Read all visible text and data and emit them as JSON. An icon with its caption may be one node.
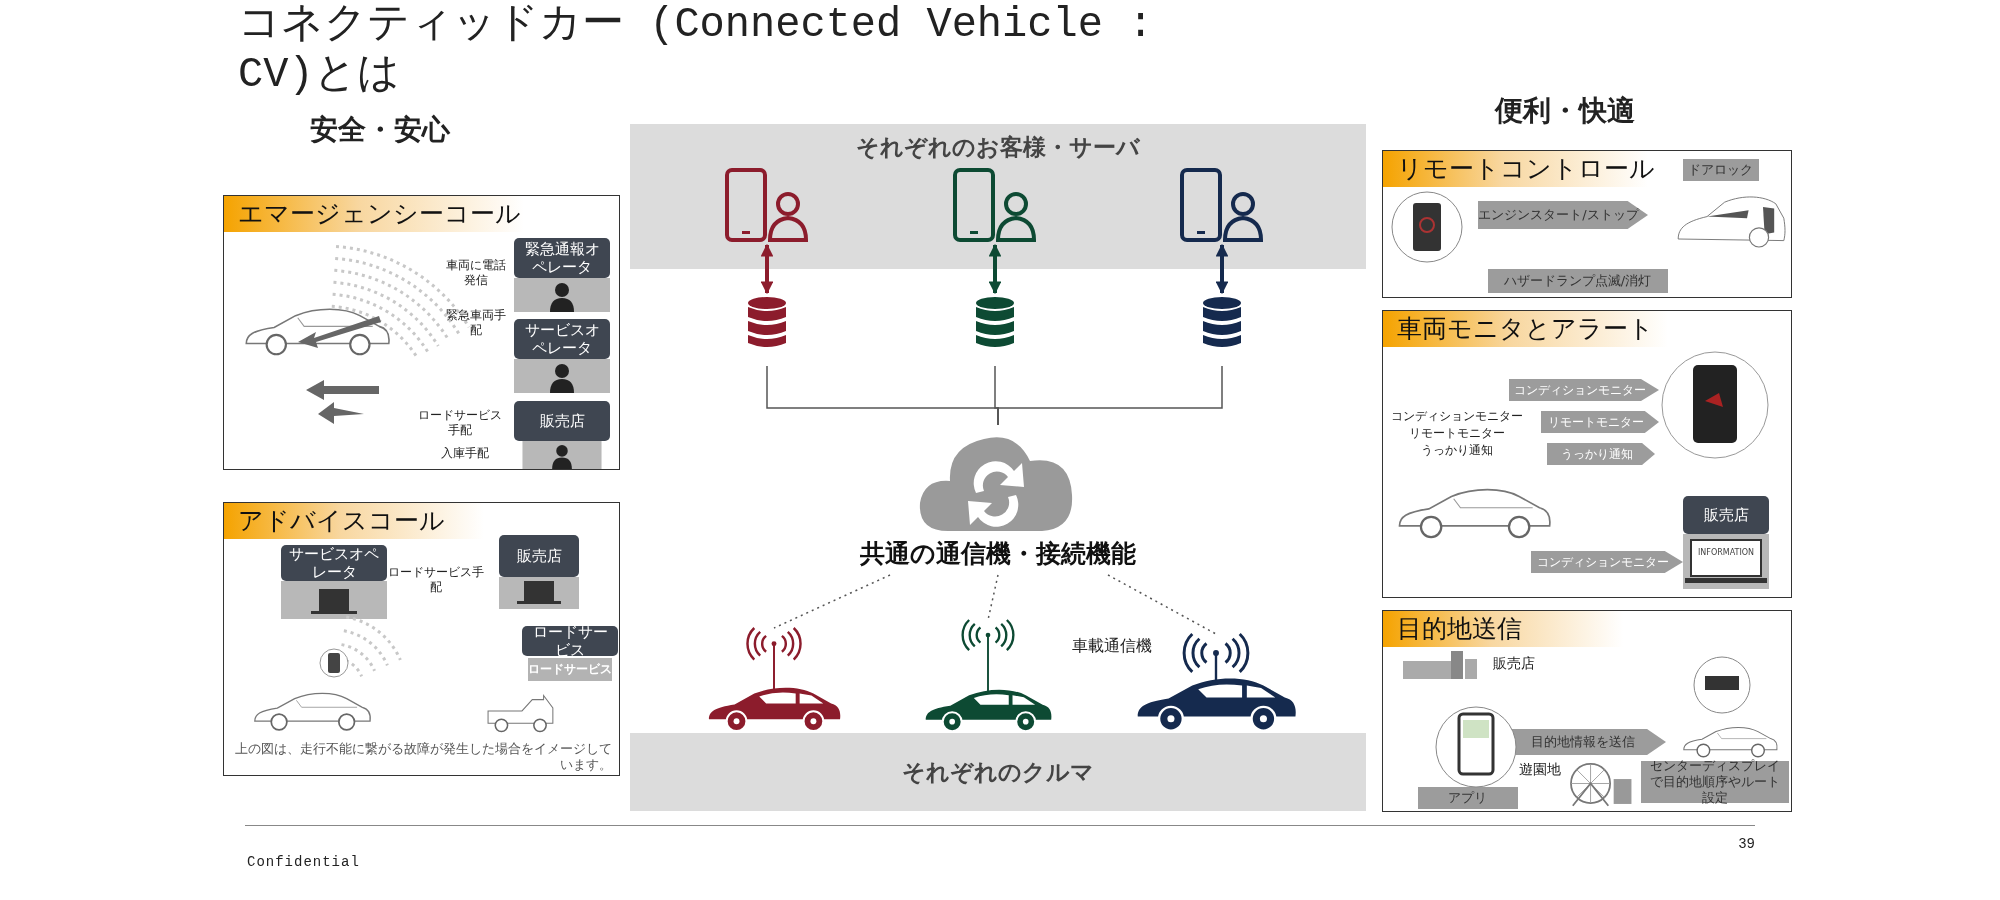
{
  "diagram": {
    "title": "コネクティッドカー (Connected Vehicle : CV)とは",
    "nodes": [
      {
        "text": [
          "それぞれのお客様・サーバ"
        ]
      },
      {
        "text": [],
        "shape": "picture",
        "in": 0
      },
      {
        "text": [],
        "shape": "picture",
        "in": 0
      },
      {
        "text": [],
        "shape": "picture",
        "in": 0
      },
      {
        "text": [],
        "shape": "cylinder"
      },
      {
        "text": [],
        "shape": "cylinder"
      },
      {
        "text": [],
        "shape": "cylinder"
      },
      {
        "text": [
          "共通の通信機・接続機能"
        ]
      },
      {
        "text": [],
        "shape": "picture"
      },
      {
        "text": [],
        "shape": "picture"
      },
      {
        "text": [],
        "shape": "picture"
      },
      {
        "text": [
          "それぞれのクルマ"
        ]
      },
      {
        "text": [
          "エマージェンシーコール"
        ]
      },
      {
        "text": [
          "緊急通報オペレータ"
        ],
        "in": 12
      },
      {
        "text": [
          "サービスオペレータ"
        ],
        "in": 12
      },
      {
        "text": [
          "販売店"
        ],
        "in": 12
      },
      {
        "text": [
          "アドバイスコール"
        ]
      },
      {
        "text": [
          "サービスオペレータ"
        ],
        "in": 16
      },
      {
        "text": [
          "販売店"
        ],
        "in": 16
      },
      {
        "text": [
          "ロードサービス"
        ],
        "in": 16,
        "beside": [
          "ロードサービス"
        ]
      },
      {
        "text": [
          "リモートコントロール"
        ]
      },
      {
        "text": [
          "ドアロック"
        ],
        "in": 20
      },
      {
        "text": [
          "エンジンスタート/ストップ"
        ],
        "in": 20
      },
      {
        "text": [
          "ハザードランプ点滅/消灯"
        ],
        "in": 20
      },
      {
        "text": [
          "車両モニタとアラート"
        ]
      },
      {
        "text": [
          "コンディションモニター"
        ],
        "in": 24
      },
      {
        "text": [
          "リモートモニター"
        ],
        "in": 24
      },
      {
        "text": [
          "うっかり通知"
        ],
        "in": 24
      },
      {
        "text": [
          "コンディションモニター"
        ],
        "in": 24
      },
      {
        "text": [
          "販売店"
        ],
        "in": 24
      },
      {
        "text": [
          "目的地送信"
        ]
      },
      {
        "text": [
          "目的地情報を送信"
        ],
        "in": 30
      },
      {
        "text": [
          "センターディスプレイで目的地順序やルート設定"
        ],
        "in": 30
      },
      {
        "text": [
          "アプリ"
        ],
        "in": 30
      }
    ],
    "edges": [
      {
        "from": 1,
        "to": 4,
        "arrow": "both",
        "color": "#8c1c2c"
      },
      {
        "from": 2,
        "to": 5,
        "arrow": "both",
        "color": "#0d4a33"
      },
      {
        "from": 3,
        "to": 6,
        "arrow": "both",
        "color": "#152a4e"
      },
      {
        "from": 4,
        "to": 7,
        "arrow": "none"
      },
      {
        "from": 5,
        "to": 7,
        "arrow": "none"
      },
      {
        "from": 6,
        "to": 7,
        "arrow": "none"
      },
      {
        "from": 7,
        "to": 8,
        "arrow": "none",
        "style": "dashed"
      },
      {
        "from": 7,
        "to": 9,
        "arrow": "none",
        "style": "dashed"
      },
      {
        "from": 7,
        "to": 10,
        "arrow": "none",
        "style": "dashed"
      }
    ],
    "labels": [
      "安全・安心",
      "便利・快適",
      "車両に電話発信",
      "緊急車両手配",
      "ロードサービス手配",
      "入庫手配",
      "ロードサービス手配",
      "上の図は、走行不能に繋がる故障が発生した場合をイメージしています。",
      "コンディションモニター",
      "リモートモニター",
      "うっかり通知",
      "INFORMATION",
      "車載通信機",
      "販売店",
      "遊園地",
      "Confidential",
      "39"
    ]
  }
}
